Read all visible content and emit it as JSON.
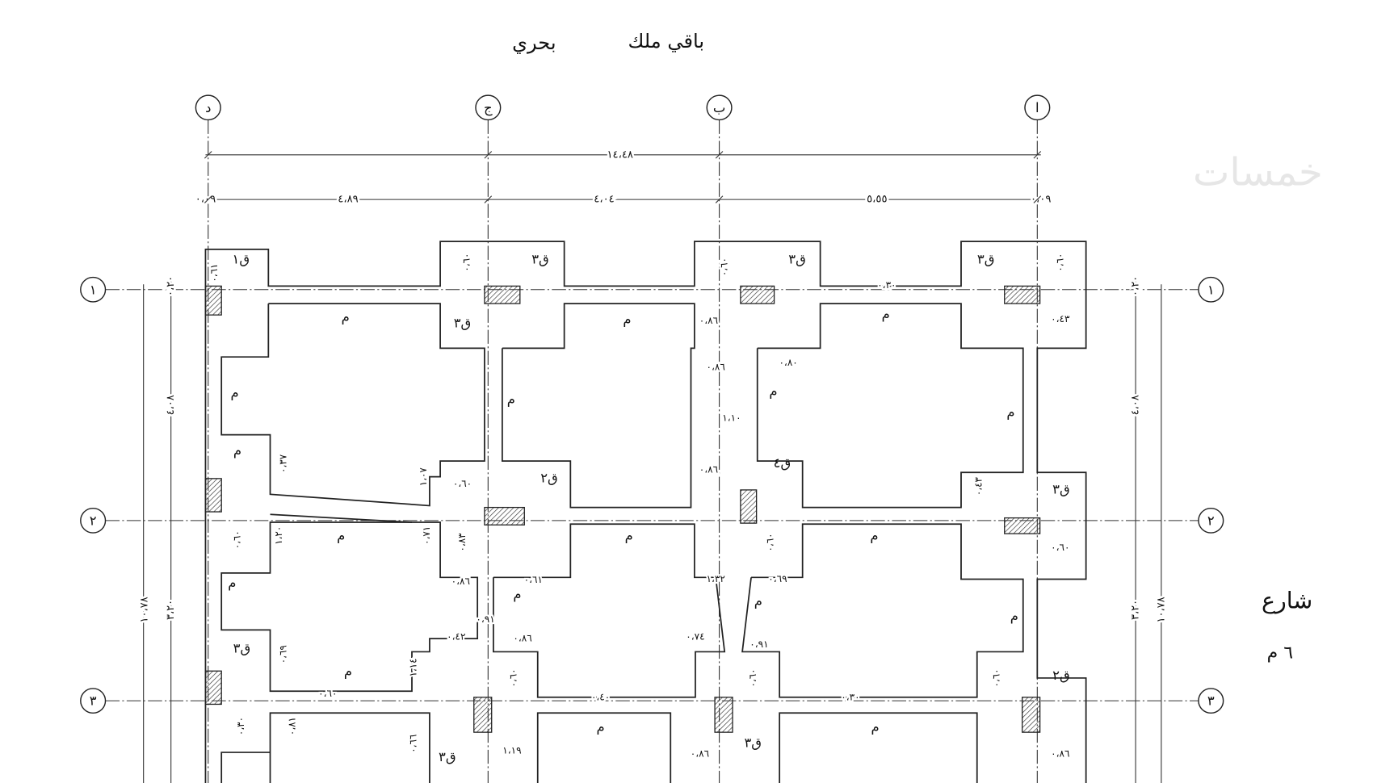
{
  "title": {
    "adjacent": "باقي ملك",
    "direction": "بحري"
  },
  "grid": {
    "columns": [
      "د",
      "ج",
      "ب",
      "ا"
    ],
    "rows": [
      "١",
      "٢",
      "٣"
    ]
  },
  "dimensions": {
    "overall_width": "١٤،٤٨",
    "spans": [
      "٠،٠٩",
      "٤،٨٩",
      "٤،٠٤",
      "٥،٥٥",
      "٠،٠٩"
    ],
    "left_overall": "١٠،٧٨",
    "left_spans": [
      "٤،٠٨",
      "٣،٢٠"
    ],
    "right_spans": [
      "٤،٠٨",
      "٣،٢٠"
    ],
    "right_overall": "١٠،٧٨",
    "edge_offsets": [
      "٠،٢٠",
      "٠،٢٠"
    ]
  },
  "street": {
    "label": "شارع",
    "width": "٦ م"
  },
  "labels": [
    "ق١",
    "٠،٦١",
    "٠،٦٠",
    "ق٣",
    "٠،٦٠",
    "ق٣",
    "ق٣",
    "٠،٦٠",
    "٠،٣٠",
    "م",
    "م",
    "م",
    "م",
    "م",
    "م",
    "م",
    "م",
    "م",
    "م",
    "م",
    "م",
    "م",
    "م",
    "م",
    "م",
    "م",
    "م",
    "ق٢",
    "ق٤",
    "ق٣",
    "ق٣",
    "ق٢",
    "ق٣",
    "ق٣",
    "ق٣",
    "٠،٨٦",
    "٠،٤٣",
    "٠،٨٦",
    "٠،٨٠",
    "١،١٠",
    "٠،٣٧",
    "١،٠٧",
    "٠،٦٠",
    "٠،٨٦",
    "٠،٤٣",
    "٠،٦٠",
    "١،٢٠",
    "٠،٧١",
    "٠،٨٣",
    "٠،٦٠",
    "٠،٦٠",
    "٠،٨٦",
    "٠،٦١",
    "١،٣٢",
    "٠،٦٩",
    "٠،٩١",
    "٠،٤٢",
    "٠،٨٦",
    "٠،٧٤",
    "٠،٩١",
    "٠،٦٩",
    "١،١٤",
    "٠،٦٠",
    "٠،٦٠",
    "٠،٦٠",
    "٠،٦٠",
    "٠،٤٠",
    "٠،٣٠",
    "٠،٣٠",
    "٠،٨١",
    "٠،٦٦",
    "١،١٩",
    "٠،٨٦",
    "٠،٨٦",
    "٠،٨٦"
  ],
  "watermark": "خمسات"
}
